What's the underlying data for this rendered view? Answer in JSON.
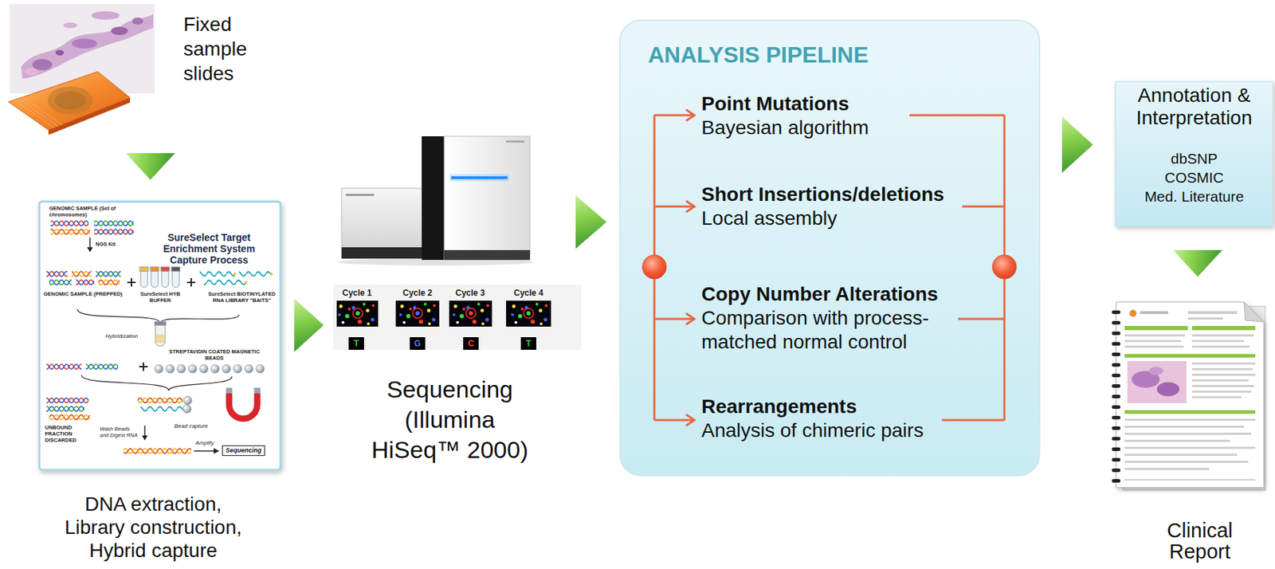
{
  "diagram": {
    "nodes": [
      {
        "text": [
          "Fixed sample slides"
        ]
      },
      {
        "text": [
          "SureSelect Target Enrichment System Capture Process",
          "DNA extraction, Library construction, Hybrid capture"
        ]
      },
      {
        "text": [
          "Sequencing"
        ],
        "in": 1
      },
      {
        "text": [
          "Sequencing (Illumina HiSeq™ 2000)"
        ]
      },
      {
        "text": [
          "ANALYSIS PIPELINE"
        ]
      },
      {
        "text": [
          "Point Mutations",
          "Bayesian algorithm"
        ],
        "in": 4
      },
      {
        "text": [
          "Short Insertions/deletions",
          "Local assembly"
        ],
        "in": 4
      },
      {
        "text": [
          "Copy Number Alterations",
          "Comparison with process-matched normal control"
        ],
        "in": 4
      },
      {
        "text": [
          "Rearrangements",
          "Analysis of chimeric pairs"
        ],
        "in": 4
      },
      {
        "text": [
          "Annotation & Interpretation",
          "dbSNP",
          "COSMIC",
          "Med. Literature"
        ]
      },
      {
        "text": [
          "Clinical Report"
        ]
      }
    ],
    "edges": [
      {
        "from": 0,
        "to": 1,
        "arrow": "to"
      },
      {
        "from": 1,
        "to": 3,
        "arrow": "to"
      },
      {
        "from": 3,
        "to": 4,
        "arrow": "to"
      },
      {
        "from": 4,
        "to": 9,
        "arrow": "to"
      },
      {
        "from": 9,
        "to": 10,
        "arrow": "to"
      }
    ],
    "labels": [
      "GENOMIC SAMPLE (Set of chromosomes)",
      "NGS Kit",
      "GENOMIC SAMPLE (PREPPED)",
      "SureSelect HYB BUFFER",
      "SureSelect BIOTINYLATED RNA LIBRARY \"BAITS\"",
      "Hybridization",
      "STREPTAVIDIN COATED MAGNETIC BEADS",
      "UNBOUND FRACTION DISCARDED",
      "Bead capture",
      "Wash Beads and Digest RNA",
      "Amplify",
      "Cycle 1",
      "Cycle 2",
      "Cycle 3",
      "Cycle 4",
      "T",
      "G",
      "C",
      "T"
    ]
  }
}
